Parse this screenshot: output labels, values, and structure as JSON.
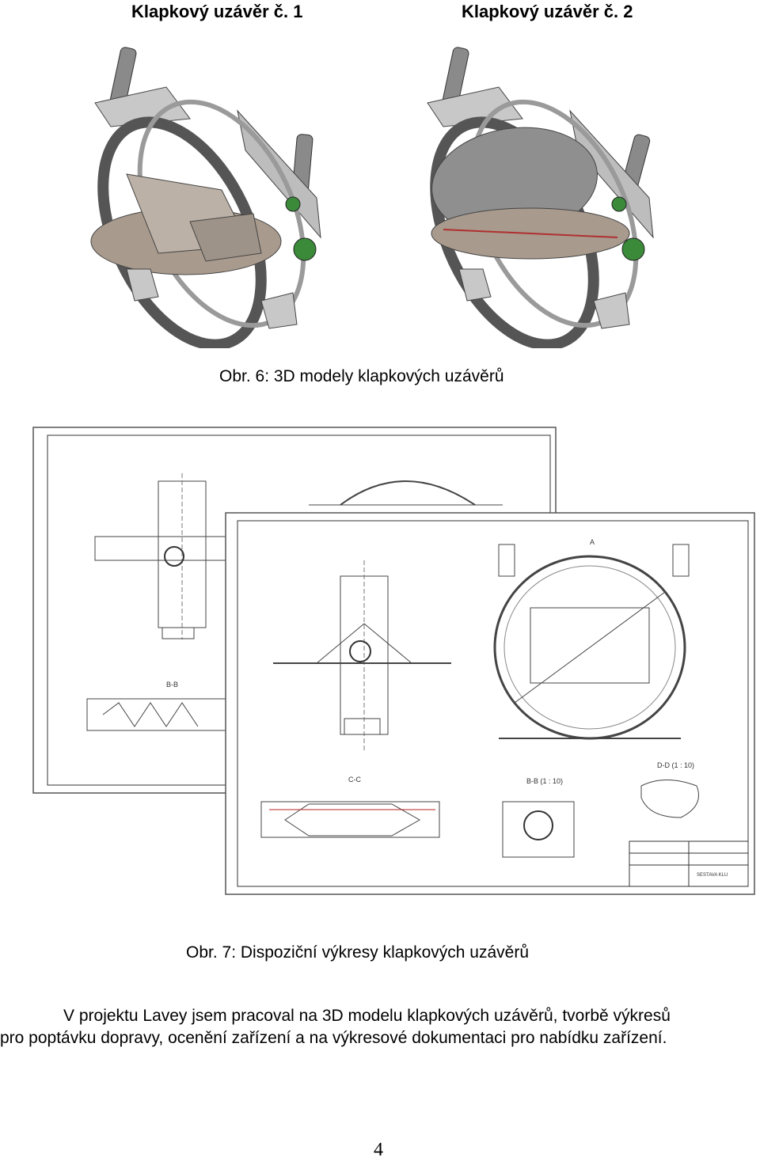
{
  "headings": {
    "valve1": "Klapkový uzávěr č. 1",
    "valve2": "Klapkový uzávěr č. 2"
  },
  "figure6": {
    "caption": "Obr. 6: 3D modely klapkových uzávěrů"
  },
  "figure7": {
    "caption": "Obr. 7: Dispoziční výkresy klapkových uzávěrů",
    "drawing_labels": {
      "section_bb": "B-B",
      "section_cc": "C-C",
      "section_bb_scale": "B-B (1 : 10)",
      "section_dd_scale": "D-D (1 : 10)",
      "dim_a": "A",
      "title_block_name": "SESTAVA KLU"
    }
  },
  "paragraph": {
    "line1": "V projektu Lavey jsem pracoval na 3D modelu klapkových uzávěrů, tvorbě výkresů",
    "line2": "pro poptávku dopravy, ocenění zařízení a na výkresové dokumentaci pro nabídku zařízení."
  },
  "page_number": "4"
}
